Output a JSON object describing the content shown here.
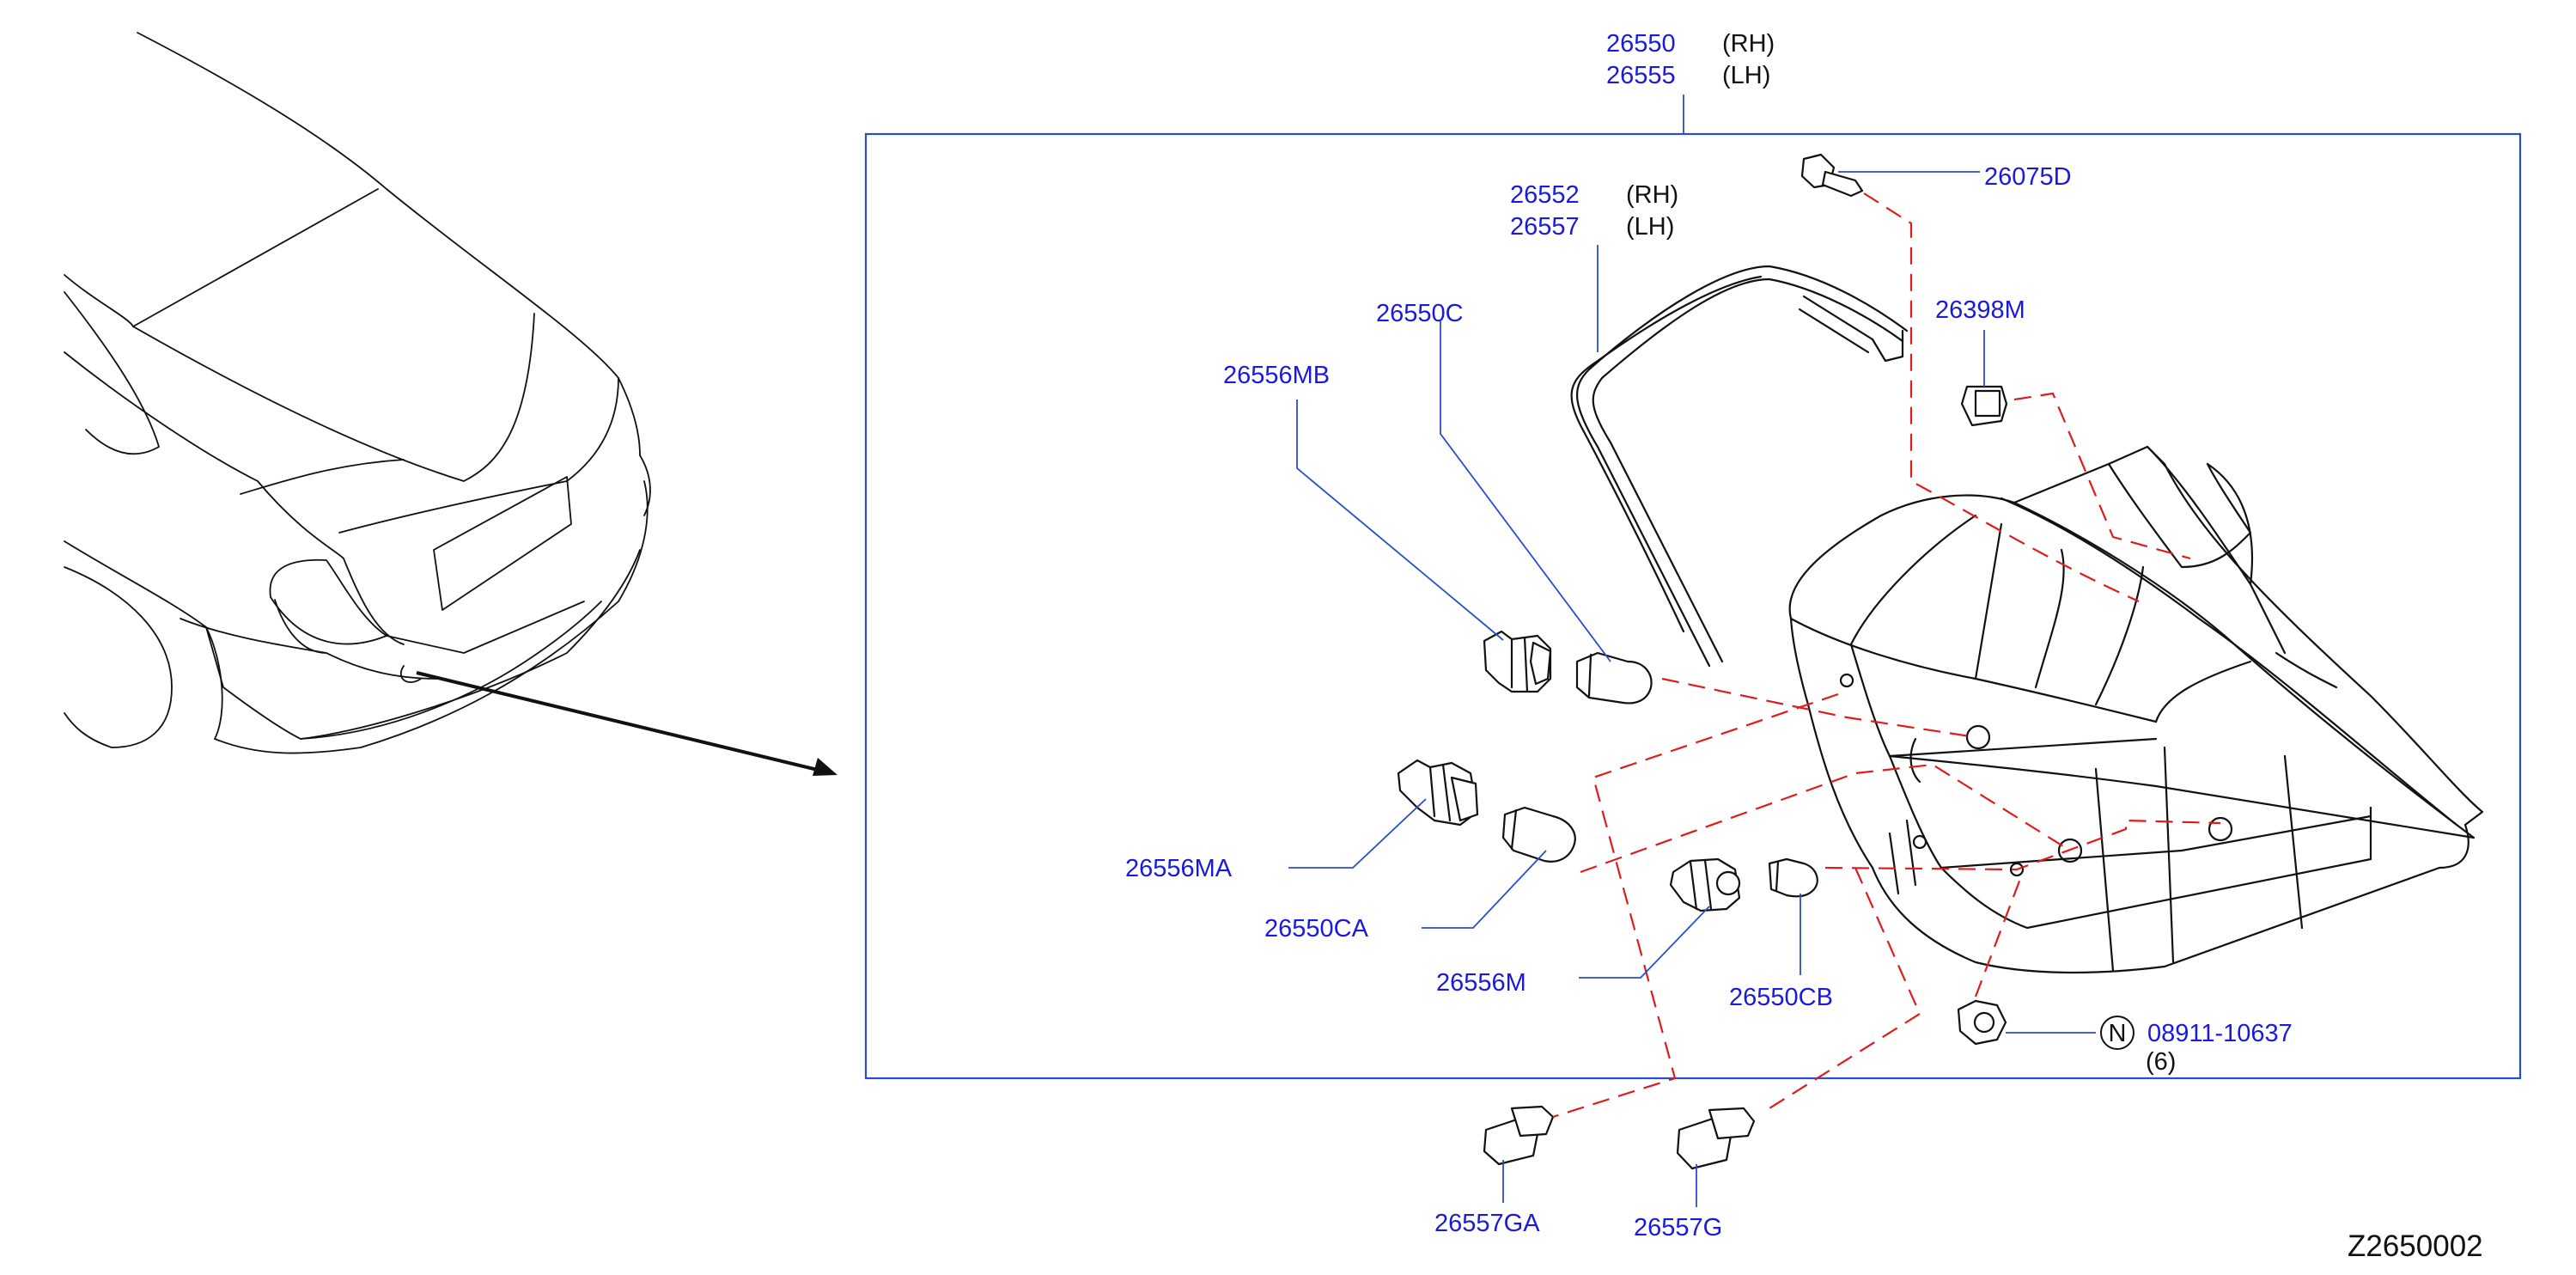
{
  "labels": {
    "p26550": "26550",
    "p26550_side": "(RH)",
    "p26555": "26555",
    "p26555_side": "(LH)",
    "p26552": "26552",
    "p26552_side": "(RH)",
    "p26557": "26557",
    "p26557_side": "(LH)",
    "p26075D": "26075D",
    "p26398M": "26398M",
    "p26550C": "26550C",
    "p26556MB": "26556MB",
    "p26556MA": "26556MA",
    "p26550CA": "26550CA",
    "p26556M": "26556M",
    "p26550CB": "26550CB",
    "p08911": "08911-10637",
    "p08911_qty": "(6)",
    "n_symbol": "N",
    "p26557GA": "26557GA",
    "p26557G": "26557G"
  },
  "figure_code": "Z2650002",
  "colors": {
    "part_number": "#1a1adc",
    "leader_line": "#2a4ec8",
    "dashed_line": "#e01b1b",
    "outline": "#111111"
  }
}
